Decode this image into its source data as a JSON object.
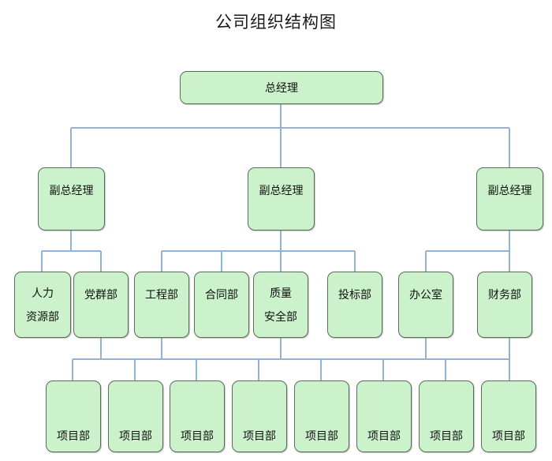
{
  "title": "公司组织结构图",
  "colors": {
    "node_fill": "#ccf2cc",
    "node_border": "#5d6b5d",
    "connector": "#92b3d9",
    "stub": "#3a3a3a",
    "text": "#111111",
    "background": "#ffffff"
  },
  "chart_data": {
    "type": "diagram",
    "diagram_kind": "organization-chart",
    "title": "公司组织结构图",
    "levels": [
      {
        "level": 1,
        "nodes": [
          {
            "id": "gm",
            "label": "总经理"
          }
        ]
      },
      {
        "level": 2,
        "nodes": [
          {
            "id": "vp1",
            "label": "副总经理"
          },
          {
            "id": "vp2",
            "label": "副总经理"
          },
          {
            "id": "vp3",
            "label": "副总经理"
          }
        ]
      },
      {
        "level": 3,
        "nodes": [
          {
            "id": "hr",
            "label": "人力\n资源部"
          },
          {
            "id": "party",
            "label": "党群部"
          },
          {
            "id": "engineering",
            "label": "工程部"
          },
          {
            "id": "contract",
            "label": "合同部"
          },
          {
            "id": "quality",
            "label": "质量\n安全部"
          },
          {
            "id": "bidding",
            "label": "投标部"
          },
          {
            "id": "office",
            "label": "办公室"
          },
          {
            "id": "finance",
            "label": "财务部"
          }
        ]
      },
      {
        "level": 4,
        "nodes": [
          {
            "id": "proj1",
            "label": "项目部"
          },
          {
            "id": "proj2",
            "label": "项目部"
          },
          {
            "id": "proj3",
            "label": "项目部"
          },
          {
            "id": "proj4",
            "label": "项目部"
          },
          {
            "id": "proj5",
            "label": "项目部"
          },
          {
            "id": "proj6",
            "label": "项目部"
          },
          {
            "id": "proj7",
            "label": "项目部"
          },
          {
            "id": "proj8",
            "label": "项目部"
          }
        ]
      }
    ],
    "edges": [
      {
        "from": "gm",
        "to": "vp1"
      },
      {
        "from": "gm",
        "to": "vp2"
      },
      {
        "from": "gm",
        "to": "vp3"
      },
      {
        "from": "vp1",
        "to": "hr"
      },
      {
        "from": "vp1",
        "to": "party"
      },
      {
        "from": "vp2",
        "to": "engineering"
      },
      {
        "from": "vp2",
        "to": "contract"
      },
      {
        "from": "vp2",
        "to": "quality"
      },
      {
        "from": "vp2",
        "to": "bidding"
      },
      {
        "from": "vp3",
        "to": "office"
      },
      {
        "from": "vp3",
        "to": "finance"
      },
      {
        "from": "party",
        "to": "proj1"
      },
      {
        "from": "engineering",
        "to": "proj2"
      },
      {
        "from": "quality",
        "to": "proj4"
      },
      {
        "from": "office",
        "to": "proj6"
      },
      {
        "from": "finance",
        "to": "proj8"
      }
    ]
  }
}
